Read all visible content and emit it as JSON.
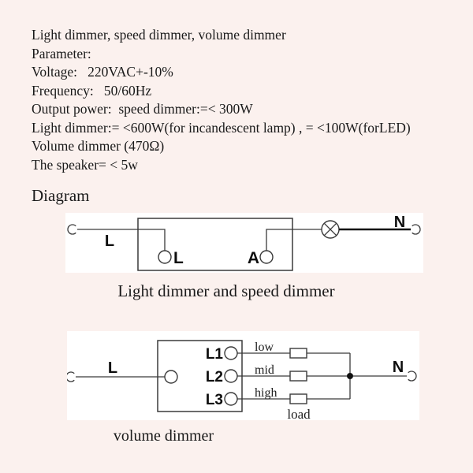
{
  "colors": {
    "page_background": "#fbf1ee",
    "diagram_background": "#ffffff",
    "line_color": "#3a3a3a",
    "text_color": "#1a1a1a"
  },
  "spec": {
    "lines": [
      "Light dimmer, speed dimmer, volume dimmer",
      "Parameter:",
      "Voltage:   220VAC+-10%",
      "Frequency:   50/60Hz",
      "Output power:  speed dimmer:=< 300W",
      "Light dimmer:= <600W(for incandescent lamp) , = <100W(forLED)",
      "Volume dimmer (470Ω)",
      "The speaker= < 5w"
    ]
  },
  "diagram_heading": "Diagram",
  "diagram1": {
    "caption": "Light dimmer and speed dimmer",
    "labels": {
      "live_wire": "L",
      "terminal_l": "L",
      "terminal_a": "A",
      "neutral": "N"
    }
  },
  "diagram2": {
    "caption": "volume dimmer",
    "labels": {
      "live_wire": "L",
      "terminal_l1": "L1",
      "terminal_l2": "L2",
      "terminal_l3": "L3",
      "speed_low": "low",
      "speed_mid": "mid",
      "speed_high": "high",
      "load": "load",
      "neutral": "N"
    }
  }
}
